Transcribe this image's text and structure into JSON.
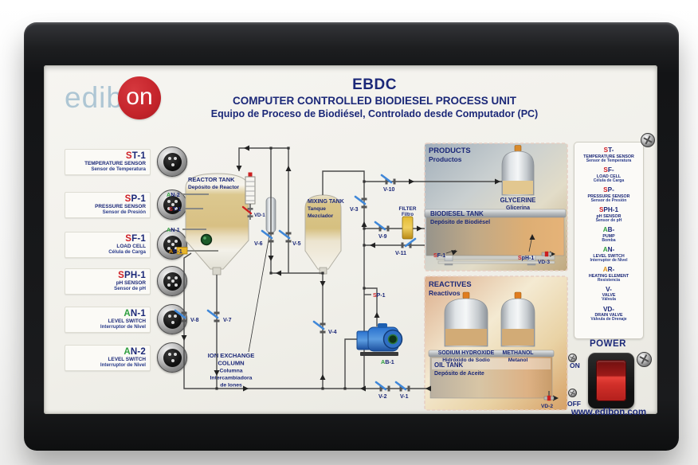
{
  "unit": {
    "website": "www.edibon.com"
  },
  "logo": {
    "left": "edib",
    "right": "on"
  },
  "header": {
    "model": "EBDC",
    "title_en": "COMPUTER CONTROLLED BIODIESEL PROCESS UNIT",
    "title_es": "Equipo de Proceso de Biodiésel, Controlado desde Computador (PC)"
  },
  "connectors": [
    {
      "prefix": "S",
      "rest": "T-1",
      "name_en": "TEMPERATURE SENSOR",
      "name_es": "Sensor de Temperatura"
    },
    {
      "prefix": "S",
      "rest": "P-1",
      "name_en": "PRESSURE SENSOR",
      "name_es": "Sensor de Presión"
    },
    {
      "prefix": "S",
      "rest": "F-1",
      "name_en": "LOAD CELL",
      "name_es": "Célula de Carga"
    },
    {
      "prefix": "S",
      "rest": "PH-1",
      "name_en": "pH SENSOR",
      "name_es": "Sensor de pH"
    },
    {
      "prefix": "A",
      "rest": "N-1",
      "name_en": "LEVEL SWITCH",
      "name_es": "Interruptor de Nivel"
    },
    {
      "prefix": "A",
      "rest": "N-2",
      "name_en": "LEVEL SWITCH",
      "name_es": "Interruptor de Nivel"
    }
  ],
  "diagram": {
    "reactor": {
      "en": "REACTOR TANK",
      "es": "Depósito de Reactor"
    },
    "mixing": {
      "en": "MIXING TANK",
      "es1": "Tanque",
      "es2": "Mezclador"
    },
    "ion_exchange": {
      "l1": "ION EXCHANGE",
      "l2": "COLUMN",
      "l3": "Columna",
      "l4": "Intercambiadora",
      "l5": "de Iones"
    },
    "filter": {
      "en": "FILTER",
      "es": "Filtro"
    },
    "valves": {
      "v1": "V-1",
      "v2": "V-2",
      "v3": "V-3",
      "v4": "V-4",
      "v5": "V-5",
      "v6": "V-6",
      "v7": "V-7",
      "v8": "V-8",
      "v9": "V-9",
      "v10": "V-10",
      "v11": "V-11"
    },
    "drains": {
      "vd1": "VD-1",
      "vd2": "VD-2",
      "vd3": "VD-3"
    },
    "tags": {
      "an2": {
        "p": "A",
        "r": "N-2"
      },
      "st1": {
        "p": "S",
        "r": "T-1"
      },
      "an1": {
        "p": "A",
        "r": "N-1"
      },
      "ar1": {
        "p": "A",
        "r": "R-1"
      },
      "sp1": {
        "p": "S",
        "r": "P-1"
      },
      "ab1": {
        "p": "A",
        "r": "B-1"
      },
      "sf1": {
        "p": "S",
        "r": "F-1"
      },
      "sph1": {
        "p": "S",
        "r": "pH-1"
      }
    },
    "products": {
      "en": "PRODUCTS",
      "es": "Productos",
      "glycerine": {
        "en": "GLYCERINE",
        "es": "Glicerina"
      },
      "biodiesel": {
        "en": "BIODIESEL TANK",
        "es": "Depósito de Biodiésel"
      }
    },
    "reactives": {
      "en": "REACTIVES",
      "es": "Reactivos",
      "naoh": {
        "en": "SODIUM HYDROXIDE",
        "es": "Hidróxido de Sodio"
      },
      "methanol": {
        "en": "METHANOL",
        "es": "Metanol"
      },
      "oil": {
        "en": "OIL TANK",
        "es": "Depósito de Aceite"
      }
    }
  },
  "legend": [
    {
      "prefix": "S",
      "rest": "T-",
      "name_en": "TEMPERATURE SENSOR",
      "name_es": "Sensor de Temperatura"
    },
    {
      "prefix": "S",
      "rest": "F-",
      "name_en": "LOAD CELL",
      "name_es": "Célula de Carga"
    },
    {
      "prefix": "S",
      "rest": "P-",
      "name_en": "PRESSURE SENSOR",
      "name_es": "Sensor de Presión"
    },
    {
      "prefix": "S",
      "rest": "PH-1",
      "name_en": "pH SENSOR",
      "name_es": "Sensor de pH"
    },
    {
      "prefix": "A",
      "rest": "B-",
      "name_en": "PUMP",
      "name_es": "Bomba"
    },
    {
      "prefix": "A",
      "rest": "N-",
      "name_en": "LEVEL SWITCH",
      "name_es": "Interruptor de Nivel"
    },
    {
      "prefix": "A",
      "rest": "R-",
      "name_en": "HEATING ELEMENT",
      "name_es": "Resistencia"
    },
    {
      "prefix": "",
      "rest": "V-",
      "name_en": "VALVE",
      "name_es": "Válvula"
    },
    {
      "prefix": "",
      "rest": "VD-",
      "name_en": "DRAIN VALVE",
      "name_es": "Válvula de Drenaje"
    }
  ],
  "power": {
    "label": "POWER",
    "on": "ON",
    "off": "OFF"
  },
  "colors": {
    "navy": "#1b2878",
    "red": "#cf2027",
    "green": "#2e9e3e",
    "orange": "#e0941c",
    "valve_blue": "#3f87d8",
    "section_red": "#c0272d",
    "brand_red": "#c4242b"
  }
}
